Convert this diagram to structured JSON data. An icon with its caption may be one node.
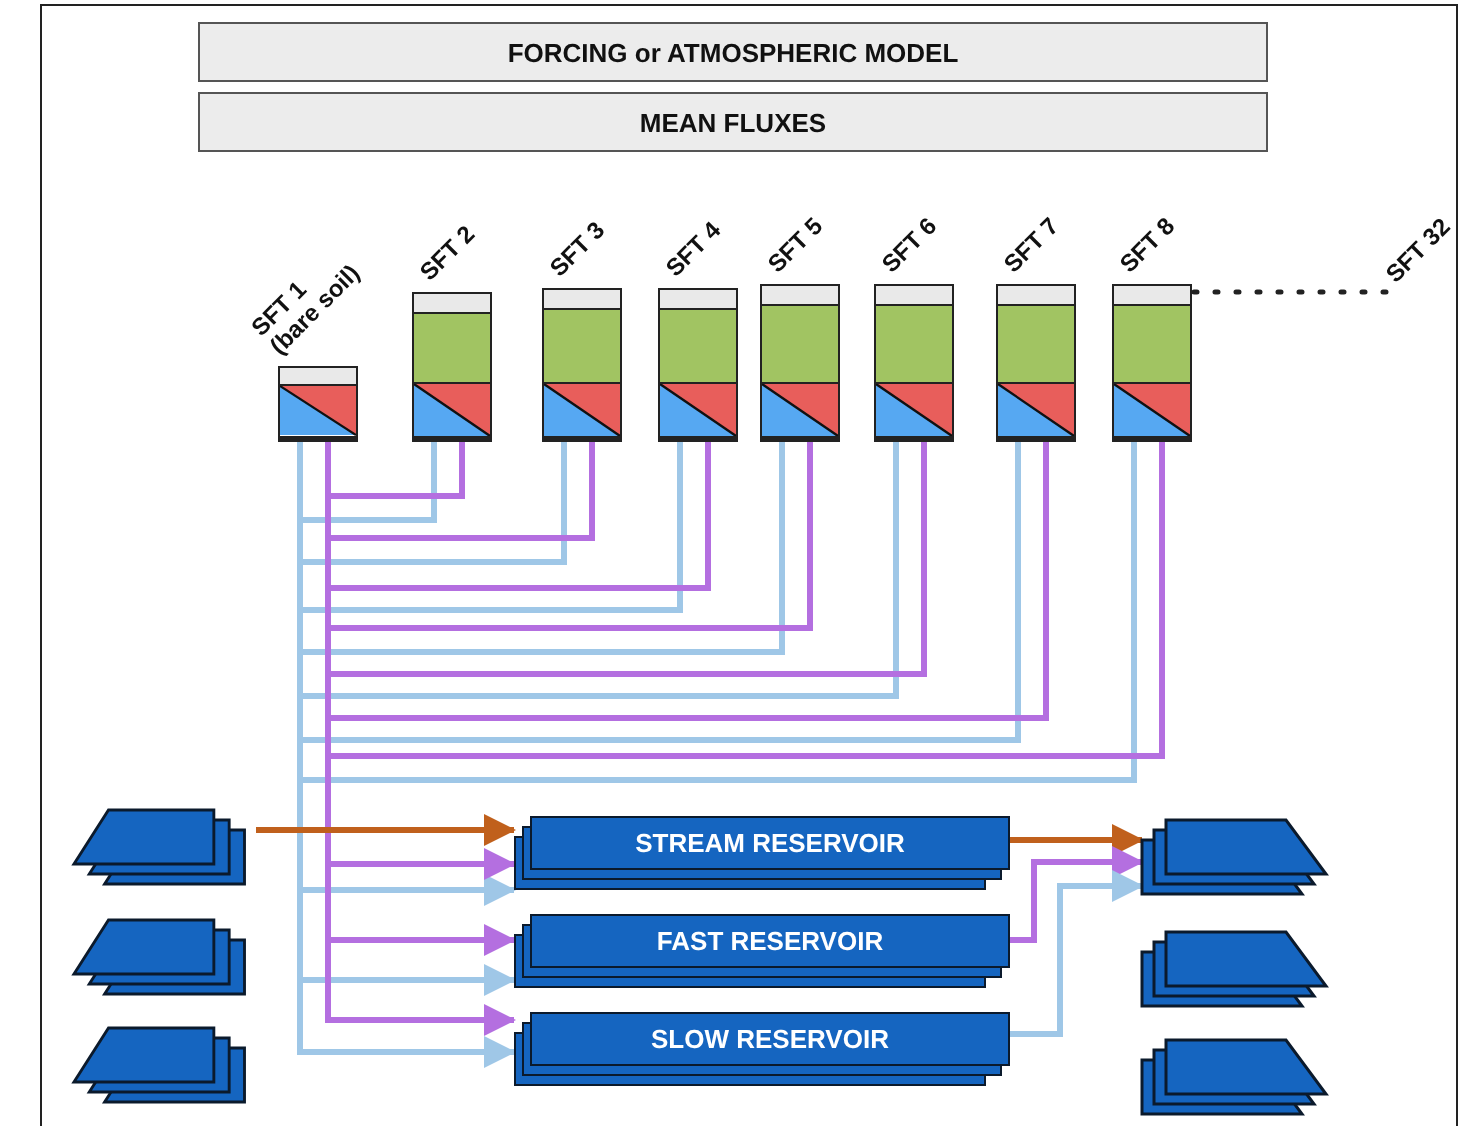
{
  "diagram": {
    "nodes": [
      {
        "text": [
          "FORCING or ATMOSPHERIC MODEL"
        ]
      },
      {
        "text": [
          "MEAN FLUXES"
        ]
      },
      {
        "text": [
          "SFT 1 (bare soil)"
        ]
      },
      {
        "text": [
          "SFT 2"
        ]
      },
      {
        "text": [
          "SFT 3"
        ]
      },
      {
        "text": [
          "SFT 4"
        ]
      },
      {
        "text": [
          "SFT 5"
        ]
      },
      {
        "text": [
          "SFT 6"
        ]
      },
      {
        "text": [
          "SFT 7"
        ]
      },
      {
        "text": [
          "SFT 8"
        ]
      },
      {
        "text": [
          "SFT 32"
        ]
      },
      {
        "text": [],
        "shape": "parallelogram"
      },
      {
        "text": [],
        "shape": "parallelogram"
      },
      {
        "text": [],
        "shape": "parallelogram"
      },
      {
        "text": [
          "STREAM RESERVOIR"
        ]
      },
      {
        "text": [
          "FAST RESERVOIR"
        ]
      },
      {
        "text": [
          "SLOW RESERVOIR"
        ]
      },
      {
        "text": [],
        "shape": "parallelogram"
      },
      {
        "text": [],
        "shape": "parallelogram"
      },
      {
        "text": [],
        "shape": "parallelogram"
      }
    ],
    "edges": [
      {
        "from": 2,
        "to": 14,
        "arrow": "to",
        "color": "#9fc7e7"
      },
      {
        "from": 2,
        "to": 15,
        "arrow": "to",
        "color": "#9fc7e7"
      },
      {
        "from": 2,
        "to": 16,
        "arrow": "to",
        "color": "#9fc7e7"
      },
      {
        "from": 2,
        "to": 14,
        "arrow": "to",
        "color": "#b46fe0"
      },
      {
        "from": 2,
        "to": 15,
        "arrow": "to",
        "color": "#b46fe0"
      },
      {
        "from": 2,
        "to": 16,
        "arrow": "to",
        "color": "#b46fe0"
      },
      {
        "from": 3,
        "to": 14,
        "arrow": "to",
        "color": "#9fc7e7"
      },
      {
        "from": 3,
        "to": 15,
        "arrow": "to",
        "color": "#9fc7e7"
      },
      {
        "from": 3,
        "to": 16,
        "arrow": "to",
        "color": "#9fc7e7"
      },
      {
        "from": 3,
        "to": 14,
        "arrow": "to",
        "color": "#b46fe0"
      },
      {
        "from": 3,
        "to": 15,
        "arrow": "to",
        "color": "#b46fe0"
      },
      {
        "from": 3,
        "to": 16,
        "arrow": "to",
        "color": "#b46fe0"
      },
      {
        "from": 4,
        "to": 14,
        "arrow": "to",
        "color": "#9fc7e7"
      },
      {
        "from": 4,
        "to": 15,
        "arrow": "to",
        "color": "#9fc7e7"
      },
      {
        "from": 4,
        "to": 16,
        "arrow": "to",
        "color": "#9fc7e7"
      },
      {
        "from": 4,
        "to": 14,
        "arrow": "to",
        "color": "#b46fe0"
      },
      {
        "from": 4,
        "to": 15,
        "arrow": "to",
        "color": "#b46fe0"
      },
      {
        "from": 4,
        "to": 16,
        "arrow": "to",
        "color": "#b46fe0"
      },
      {
        "from": 5,
        "to": 14,
        "arrow": "to",
        "color": "#9fc7e7"
      },
      {
        "from": 5,
        "to": 15,
        "arrow": "to",
        "color": "#9fc7e7"
      },
      {
        "from": 5,
        "to": 16,
        "arrow": "to",
        "color": "#9fc7e7"
      },
      {
        "from": 5,
        "to": 14,
        "arrow": "to",
        "color": "#b46fe0"
      },
      {
        "from": 5,
        "to": 15,
        "arrow": "to",
        "color": "#b46fe0"
      },
      {
        "from": 5,
        "to": 16,
        "arrow": "to",
        "color": "#b46fe0"
      },
      {
        "from": 6,
        "to": 14,
        "arrow": "to",
        "color": "#9fc7e7"
      },
      {
        "from": 6,
        "to": 15,
        "arrow": "to",
        "color": "#9fc7e7"
      },
      {
        "from": 6,
        "to": 16,
        "arrow": "to",
        "color": "#9fc7e7"
      },
      {
        "from": 6,
        "to": 14,
        "arrow": "to",
        "color": "#b46fe0"
      },
      {
        "from": 6,
        "to": 15,
        "arrow": "to",
        "color": "#b46fe0"
      },
      {
        "from": 6,
        "to": 16,
        "arrow": "to",
        "color": "#b46fe0"
      },
      {
        "from": 7,
        "to": 14,
        "arrow": "to",
        "color": "#9fc7e7"
      },
      {
        "from": 7,
        "to": 15,
        "arrow": "to",
        "color": "#9fc7e7"
      },
      {
        "from": 7,
        "to": 16,
        "arrow": "to",
        "color": "#9fc7e7"
      },
      {
        "from": 7,
        "to": 14,
        "arrow": "to",
        "color": "#b46fe0"
      },
      {
        "from": 7,
        "to": 15,
        "arrow": "to",
        "color": "#b46fe0"
      },
      {
        "from": 7,
        "to": 16,
        "arrow": "to",
        "color": "#b46fe0"
      },
      {
        "from": 8,
        "to": 14,
        "arrow": "to",
        "color": "#9fc7e7"
      },
      {
        "from": 8,
        "to": 15,
        "arrow": "to",
        "color": "#9fc7e7"
      },
      {
        "from": 8,
        "to": 16,
        "arrow": "to",
        "color": "#9fc7e7"
      },
      {
        "from": 8,
        "to": 14,
        "arrow": "to",
        "color": "#b46fe0"
      },
      {
        "from": 8,
        "to": 15,
        "arrow": "to",
        "color": "#b46fe0"
      },
      {
        "from": 8,
        "to": 16,
        "arrow": "to",
        "color": "#b46fe0"
      },
      {
        "from": 9,
        "to": 14,
        "arrow": "to",
        "color": "#9fc7e7"
      },
      {
        "from": 9,
        "to": 15,
        "arrow": "to",
        "color": "#9fc7e7"
      },
      {
        "from": 9,
        "to": 16,
        "arrow": "to",
        "color": "#9fc7e7"
      },
      {
        "from": 9,
        "to": 14,
        "arrow": "to",
        "color": "#b46fe0"
      },
      {
        "from": 9,
        "to": 15,
        "arrow": "to",
        "color": "#b46fe0"
      },
      {
        "from": 9,
        "to": 16,
        "arrow": "to",
        "color": "#b46fe0"
      },
      {
        "from": 11,
        "to": 14,
        "arrow": "to",
        "color": "#c0601c"
      },
      {
        "from": 14,
        "to": 17,
        "arrow": "to",
        "color": "#c0601c"
      },
      {
        "from": 15,
        "to": 17,
        "arrow": "to",
        "color": "#b46fe0"
      },
      {
        "from": 16,
        "to": 17,
        "arrow": "to",
        "color": "#9fc7e7"
      },
      {
        "from": 9,
        "to": 10,
        "arrow": "none",
        "style": "dashed",
        "color": "#222222"
      }
    ]
  }
}
